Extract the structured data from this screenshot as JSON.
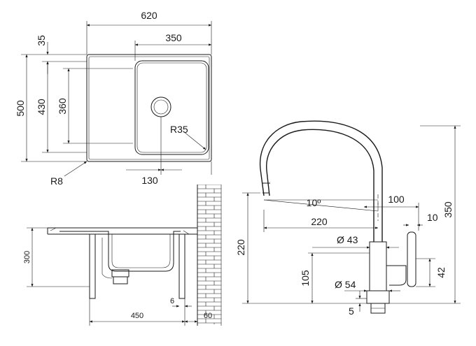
{
  "top_view": {
    "width_total": "620",
    "bowl_width": "350",
    "front_rim": "35",
    "depth_total": "500",
    "depth_inner": "430",
    "bowl_depth": "360",
    "corner_radius_bowl": "R35",
    "corner_radius_outer": "R8",
    "drain_offset": "130"
  },
  "section_view": {
    "height": "300",
    "cabinet_width": "450",
    "gap": "6",
    "wall_offset": "60"
  },
  "faucet": {
    "swivel_angle": "10º",
    "spout_reach_top": "100",
    "spout_reach": "220",
    "spout_height": "220",
    "total_height": "350",
    "body_diameter": "Ø 43",
    "base_diameter": "Ø 54",
    "base_height": "105",
    "lever_height": "42",
    "lever_width": "10",
    "base_thickness": "5"
  }
}
